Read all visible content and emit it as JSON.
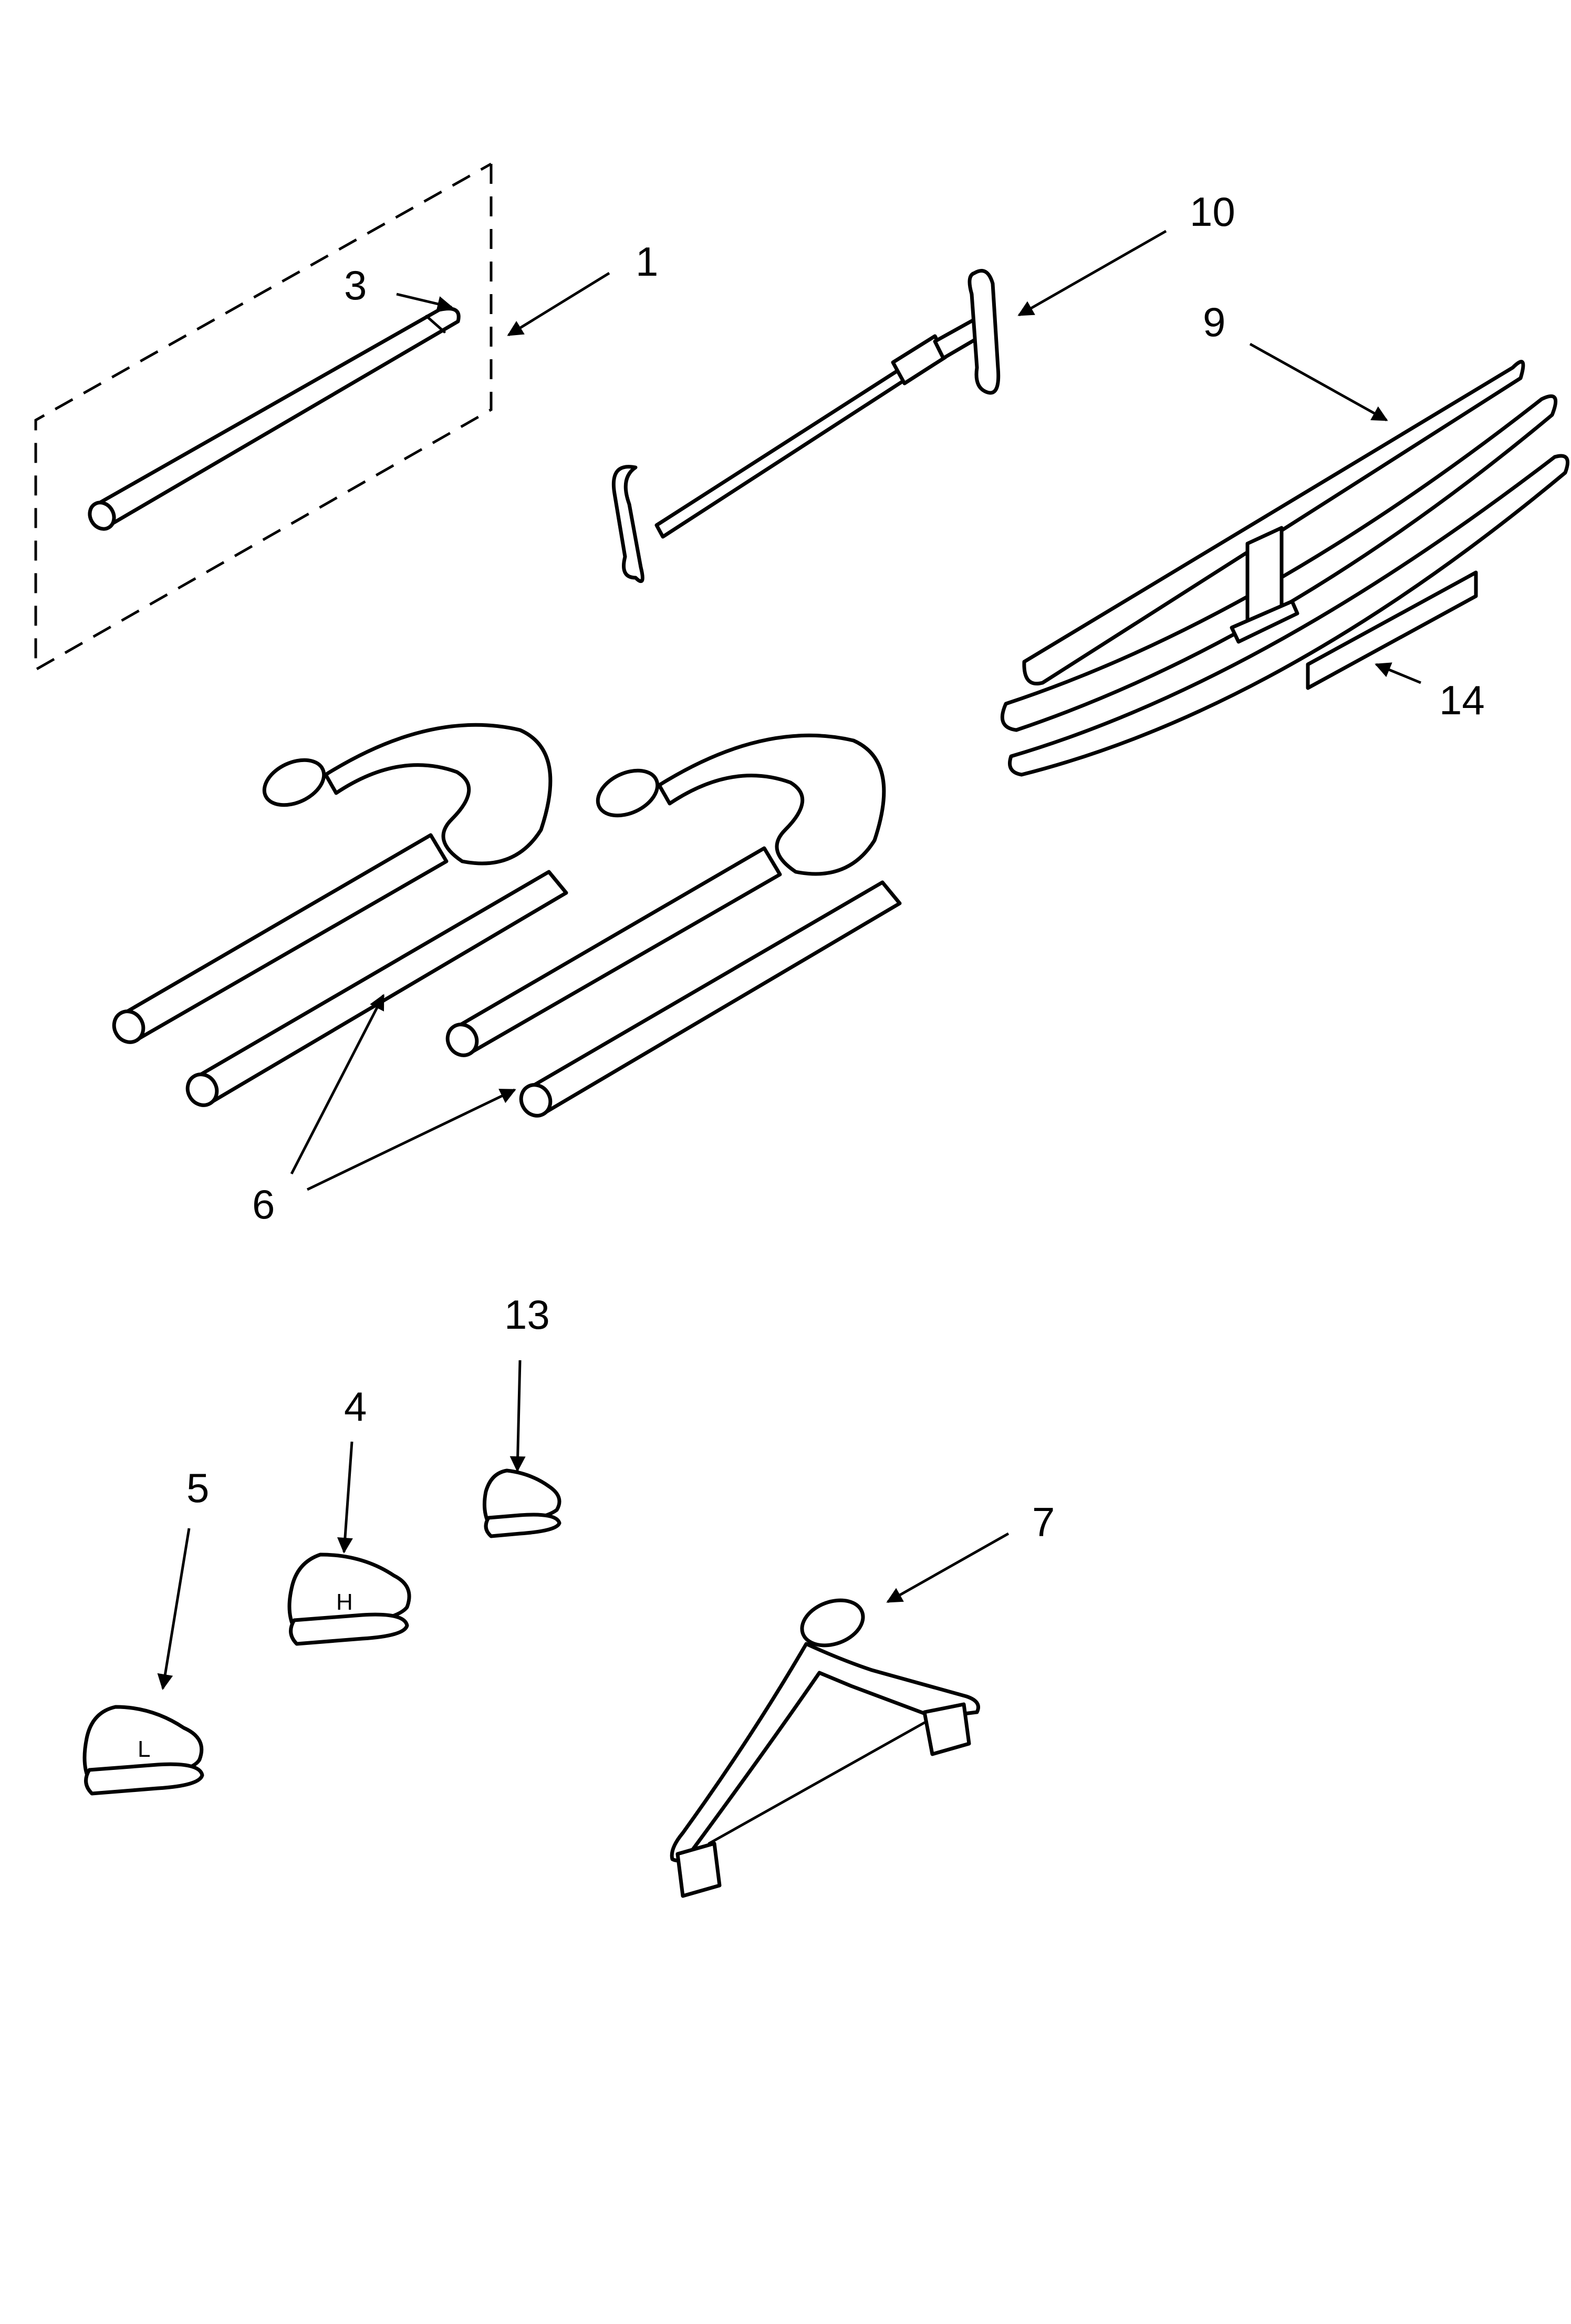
{
  "callouts": {
    "c1": "1",
    "c3": "3",
    "c4": "4",
    "c5": "5",
    "c6": "6",
    "c7": "7",
    "c9": "9",
    "c10": "10",
    "c13": "13",
    "c14": "14"
  },
  "part_marks": {
    "h": "H",
    "l": "L"
  },
  "colors": {
    "line": "#000000",
    "background": "#ffffff"
  }
}
